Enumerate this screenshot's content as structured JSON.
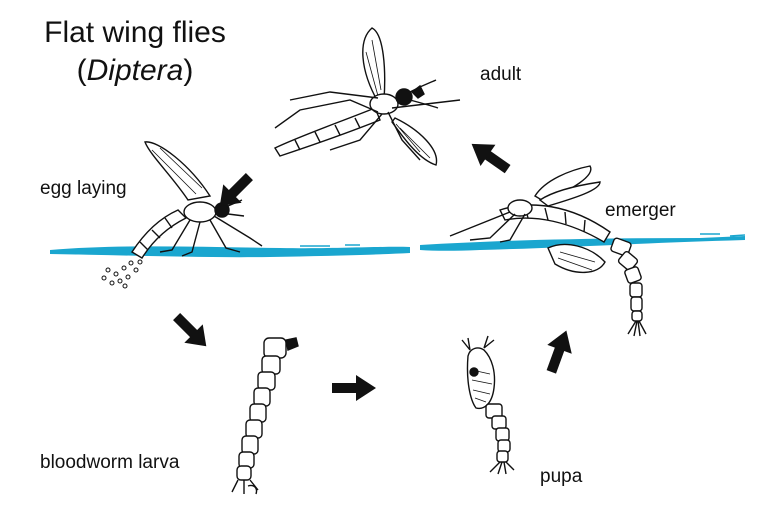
{
  "title": {
    "line1": "Flat wing flies",
    "open_paren": "(",
    "taxon": "Diptera",
    "close_paren": ")"
  },
  "stages": {
    "adult": "adult",
    "egg_laying": "egg laying",
    "emerger": "emerger",
    "larva": "bloodworm larva",
    "pupa": "pupa"
  },
  "colors": {
    "water": "#1aa6cf",
    "ink": "#111111",
    "arrow": "#111111"
  },
  "icons": [
    "adult-fly-icon",
    "egg-laying-fly-icon",
    "emerger-fly-icon",
    "bloodworm-larva-icon",
    "pupa-icon",
    "cycle-arrow-icon"
  ]
}
